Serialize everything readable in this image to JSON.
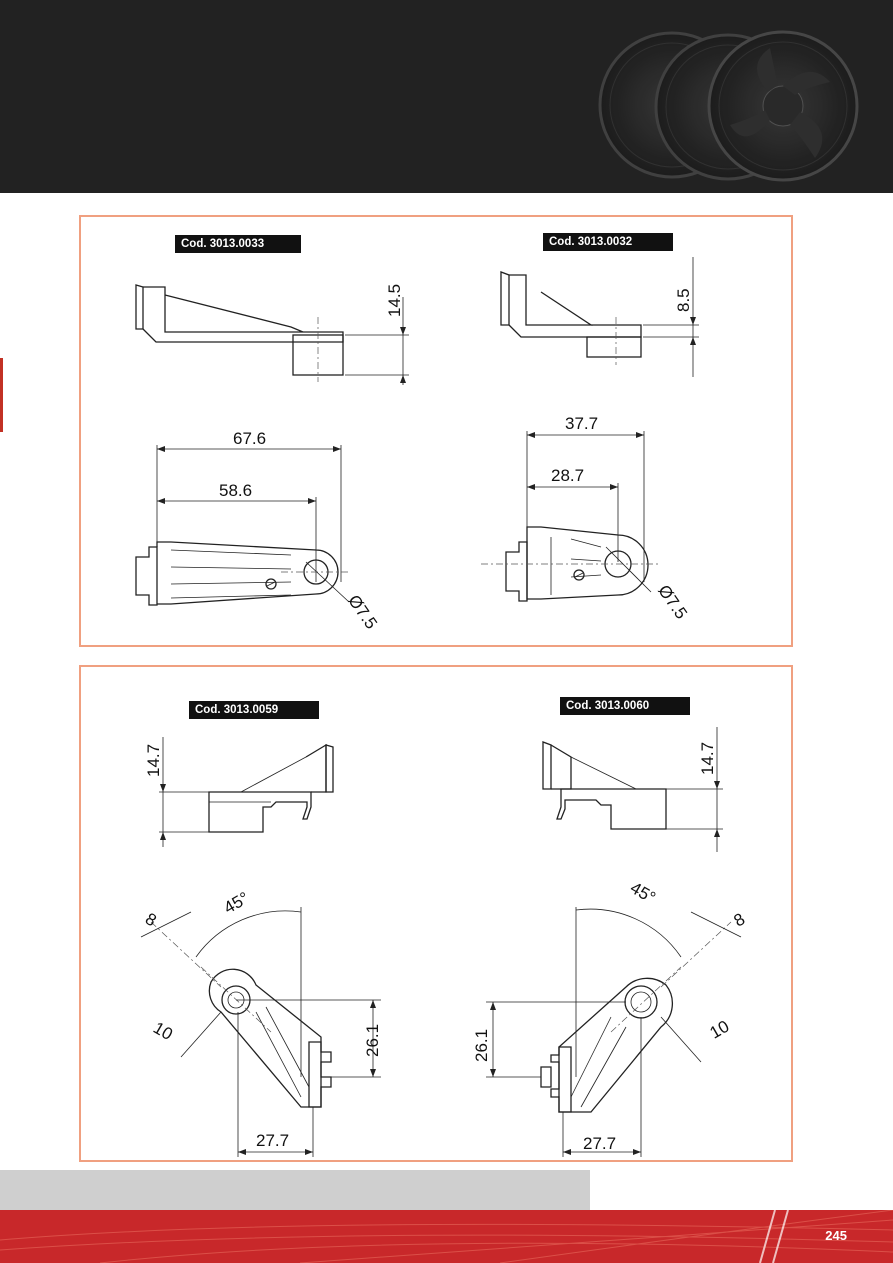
{
  "page": {
    "number": "245"
  },
  "colors": {
    "header_bg": "#222222",
    "accent_red": "#c8282a",
    "panel_border": "#f0a080",
    "grey_band": "#cfcfcf"
  },
  "header": {
    "image_icon": "fan-trio-icon"
  },
  "panel_top": {
    "left": {
      "code": "Cod. 3013.0033",
      "height": "14.5",
      "length_total": "67.6",
      "length_hole": "58.6",
      "hole_diameter": "Ø7.5"
    },
    "right": {
      "code": "Cod. 3013.0032",
      "height": "8.5",
      "length_total": "37.7",
      "length_hole": "28.7",
      "hole_diameter": "Ø7.5"
    }
  },
  "panel_bottom": {
    "left": {
      "code": "Cod. 3013.0059",
      "height": "14.7",
      "angle": "45°",
      "width_8": "8",
      "width_10": "10",
      "offset_vertical": "26.1",
      "offset_horizontal": "27.7"
    },
    "right": {
      "code": "Cod. 3013.0060",
      "height": "14.7",
      "angle": "45°",
      "width_8": "8",
      "width_10": "10",
      "offset_vertical": "26.1",
      "offset_horizontal": "27.7"
    }
  }
}
